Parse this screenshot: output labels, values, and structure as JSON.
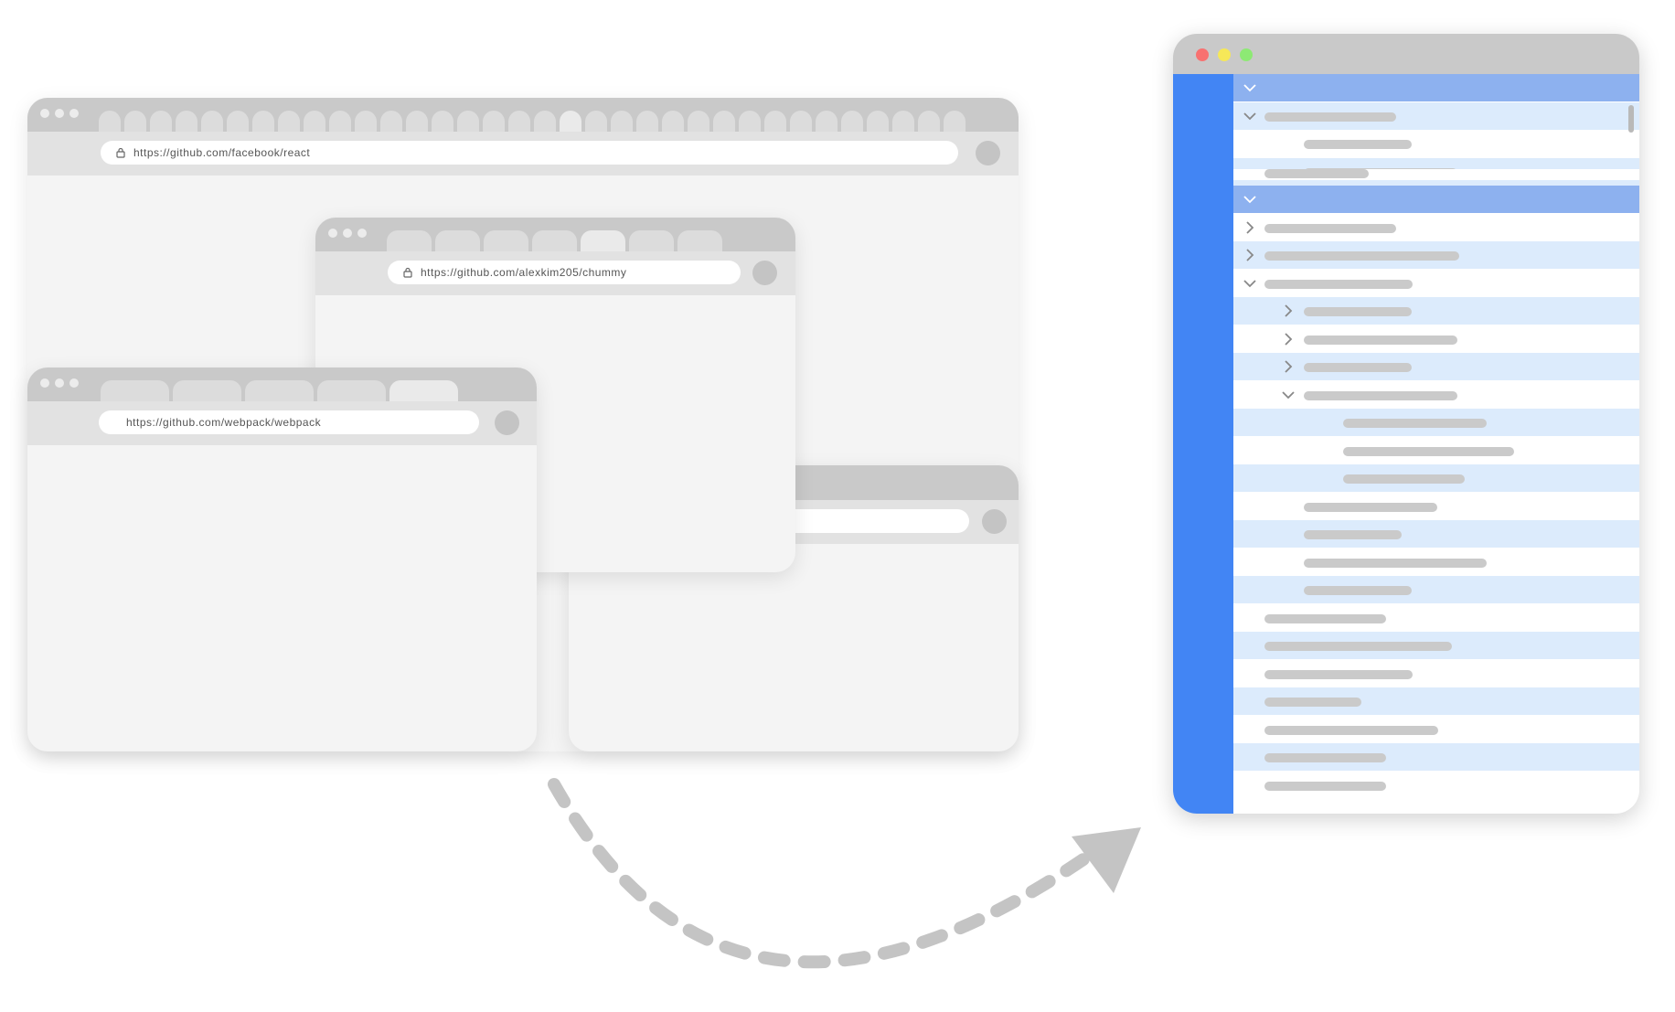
{
  "windows": {
    "react": {
      "url": "https://github.com/facebook/react",
      "tab_count": 34,
      "active_tab_index": 18
    },
    "chummy": {
      "url": "https://github.com/alexkim205/chummy",
      "tab_count": 7,
      "active_tab_index": 4
    },
    "webpack": {
      "url": "https://github.com/webpack/webpack",
      "tab_count": 5,
      "active_tab_index": 4
    }
  },
  "tree_window": {
    "sidebar_color": "#4285f4",
    "header_row_color": "#8db1ef",
    "alt_row_color": "#dcebfc",
    "traffic_lights": [
      "#f87170",
      "#f6e858",
      "#8de974"
    ],
    "icons": [
      "chevron-down-icon",
      "chevron-right-icon"
    ]
  },
  "arrow": {
    "style": "dashed",
    "color": "#c4c4c4",
    "direction": "left-to-right"
  }
}
